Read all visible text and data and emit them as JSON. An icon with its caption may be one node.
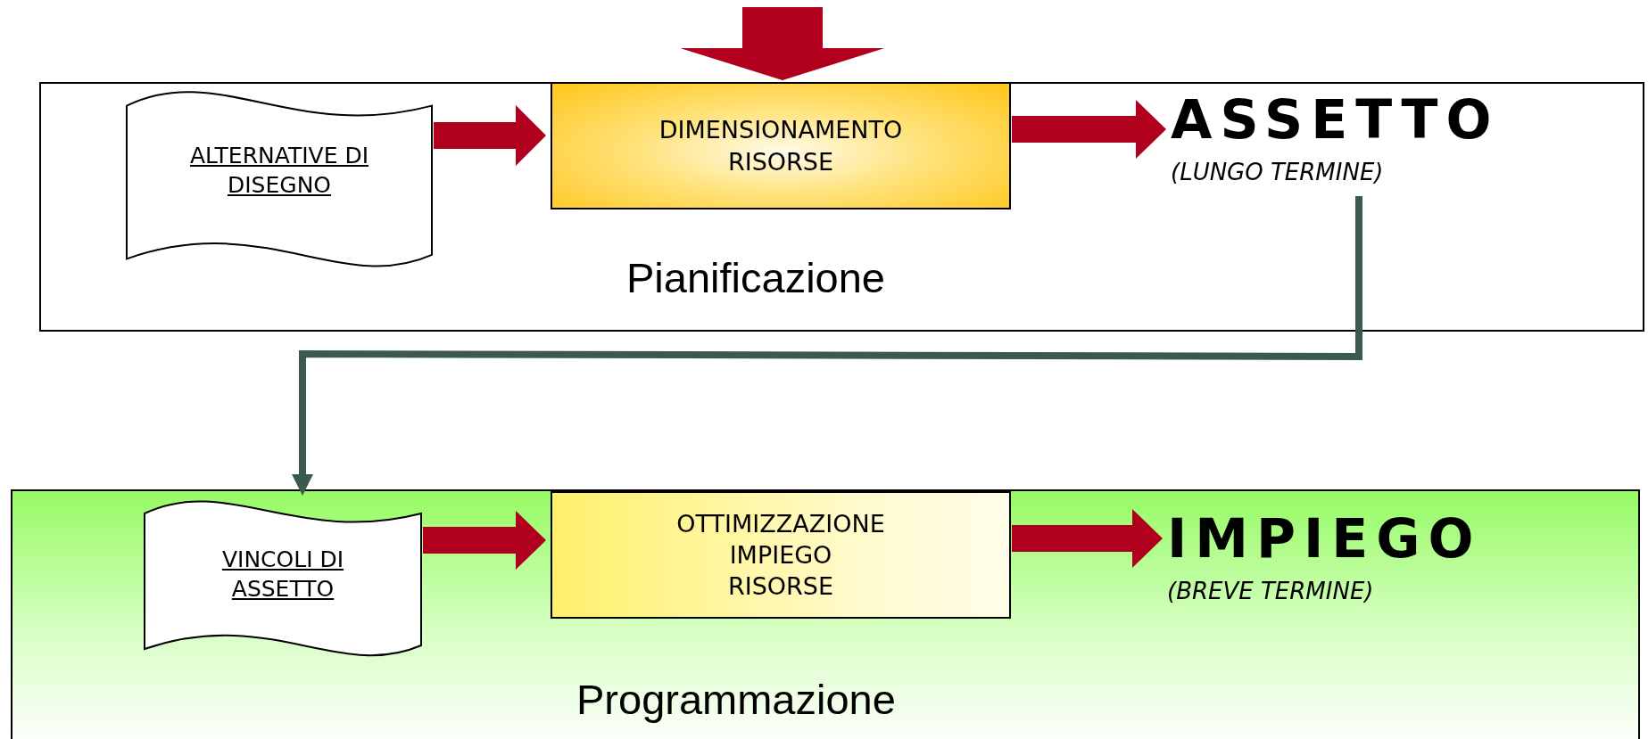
{
  "diagram": {
    "nodes": [
      {
        "text": [
          "Pianificazione"
        ]
      },
      {
        "text": [
          "ALTERNATIVE DI DISEGNO"
        ],
        "in": 0
      },
      {
        "text": [
          "DIMENSIONAMENTO RISORSE"
        ],
        "in": 0
      },
      {
        "text": [
          "ASSETTO",
          "(LUNGO TERMINE)"
        ],
        "in": 0
      },
      {
        "text": [
          "Programmazione"
        ]
      },
      {
        "text": [
          "VINCOLI DI ASSETTO"
        ],
        "in": 4
      },
      {
        "text": [
          "OTTIMIZZAZIONE IMPIEGO RISORSE"
        ],
        "in": 4
      },
      {
        "text": [
          "IMPIEGO",
          "(BREVE TERMINE)"
        ],
        "in": 4
      }
    ],
    "edges": [
      {
        "from": 1,
        "to": 2,
        "arrow": "to"
      },
      {
        "from": 2,
        "to": 3,
        "arrow": "to"
      },
      {
        "from": 3,
        "to": 5,
        "arrow": "to",
        "color": "#3a5a4f"
      },
      {
        "from": null,
        "to": 2,
        "arrow": "to",
        "style": "thick"
      },
      {
        "from": 5,
        "to": 6,
        "arrow": "to"
      },
      {
        "from": 6,
        "to": 7,
        "arrow": "to"
      }
    ]
  }
}
